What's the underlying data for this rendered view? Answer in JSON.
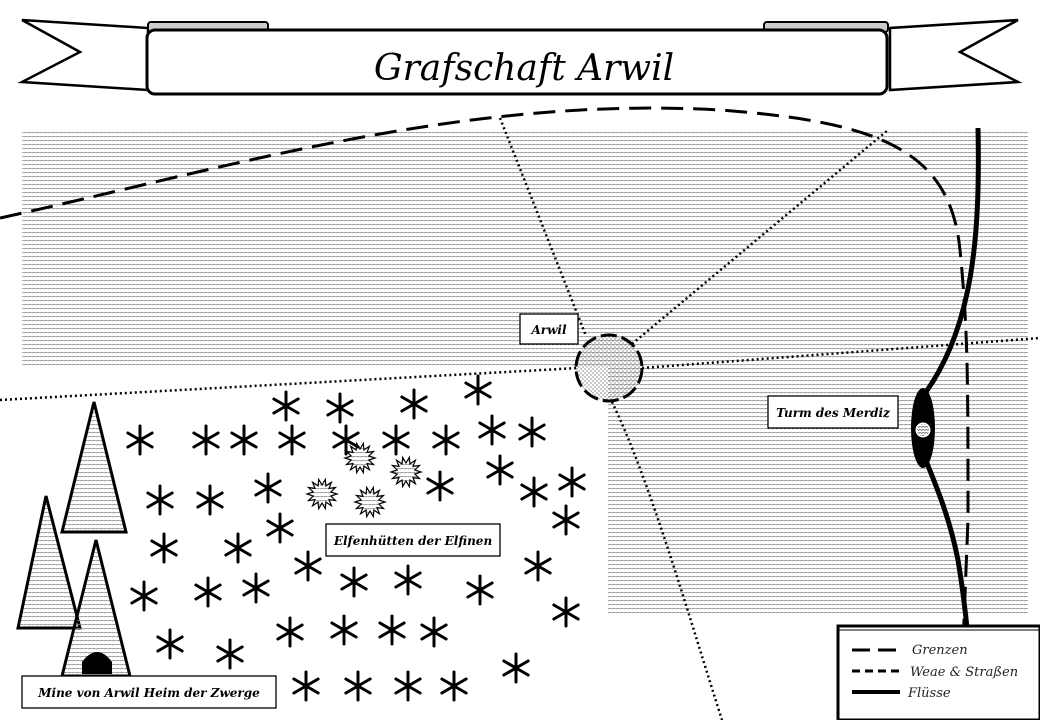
{
  "title": "Grafschaft Arwil",
  "places": {
    "town": "Arwil",
    "tower": "Turm des Merdiz",
    "elves": "Elfenhütten der Elfinen",
    "mine": "Mine von Arwil Heim der Zwerge"
  },
  "legend": {
    "borders": "Grenzen",
    "roads": "Weae & Straßen",
    "rivers": "Flüsse"
  },
  "colors": {
    "ink": "#000000",
    "paper": "#ffffff",
    "hatch": "#9a9a9a"
  },
  "icons": {
    "forest": "asterisk-tree-icon",
    "hut": "spiky-hut-icon",
    "mountain": "hatched-peak-icon",
    "town": "dotted-circle-icon",
    "tower": "tower-oval-icon"
  }
}
